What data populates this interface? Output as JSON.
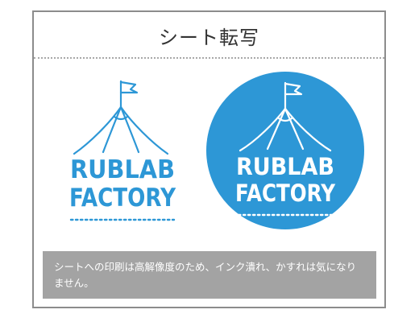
{
  "title": "シート転写",
  "caption": "シートへの印刷は高解像度のため、インク潰れ、かすれは気になりません。",
  "logo": {
    "line1": "RUBLAB",
    "line2": "FACTORY"
  },
  "colors": {
    "brand_blue": "#2d97d6",
    "border_gray": "#8c8c8c",
    "caption_bg": "#a3a3a3",
    "white": "#ffffff"
  }
}
